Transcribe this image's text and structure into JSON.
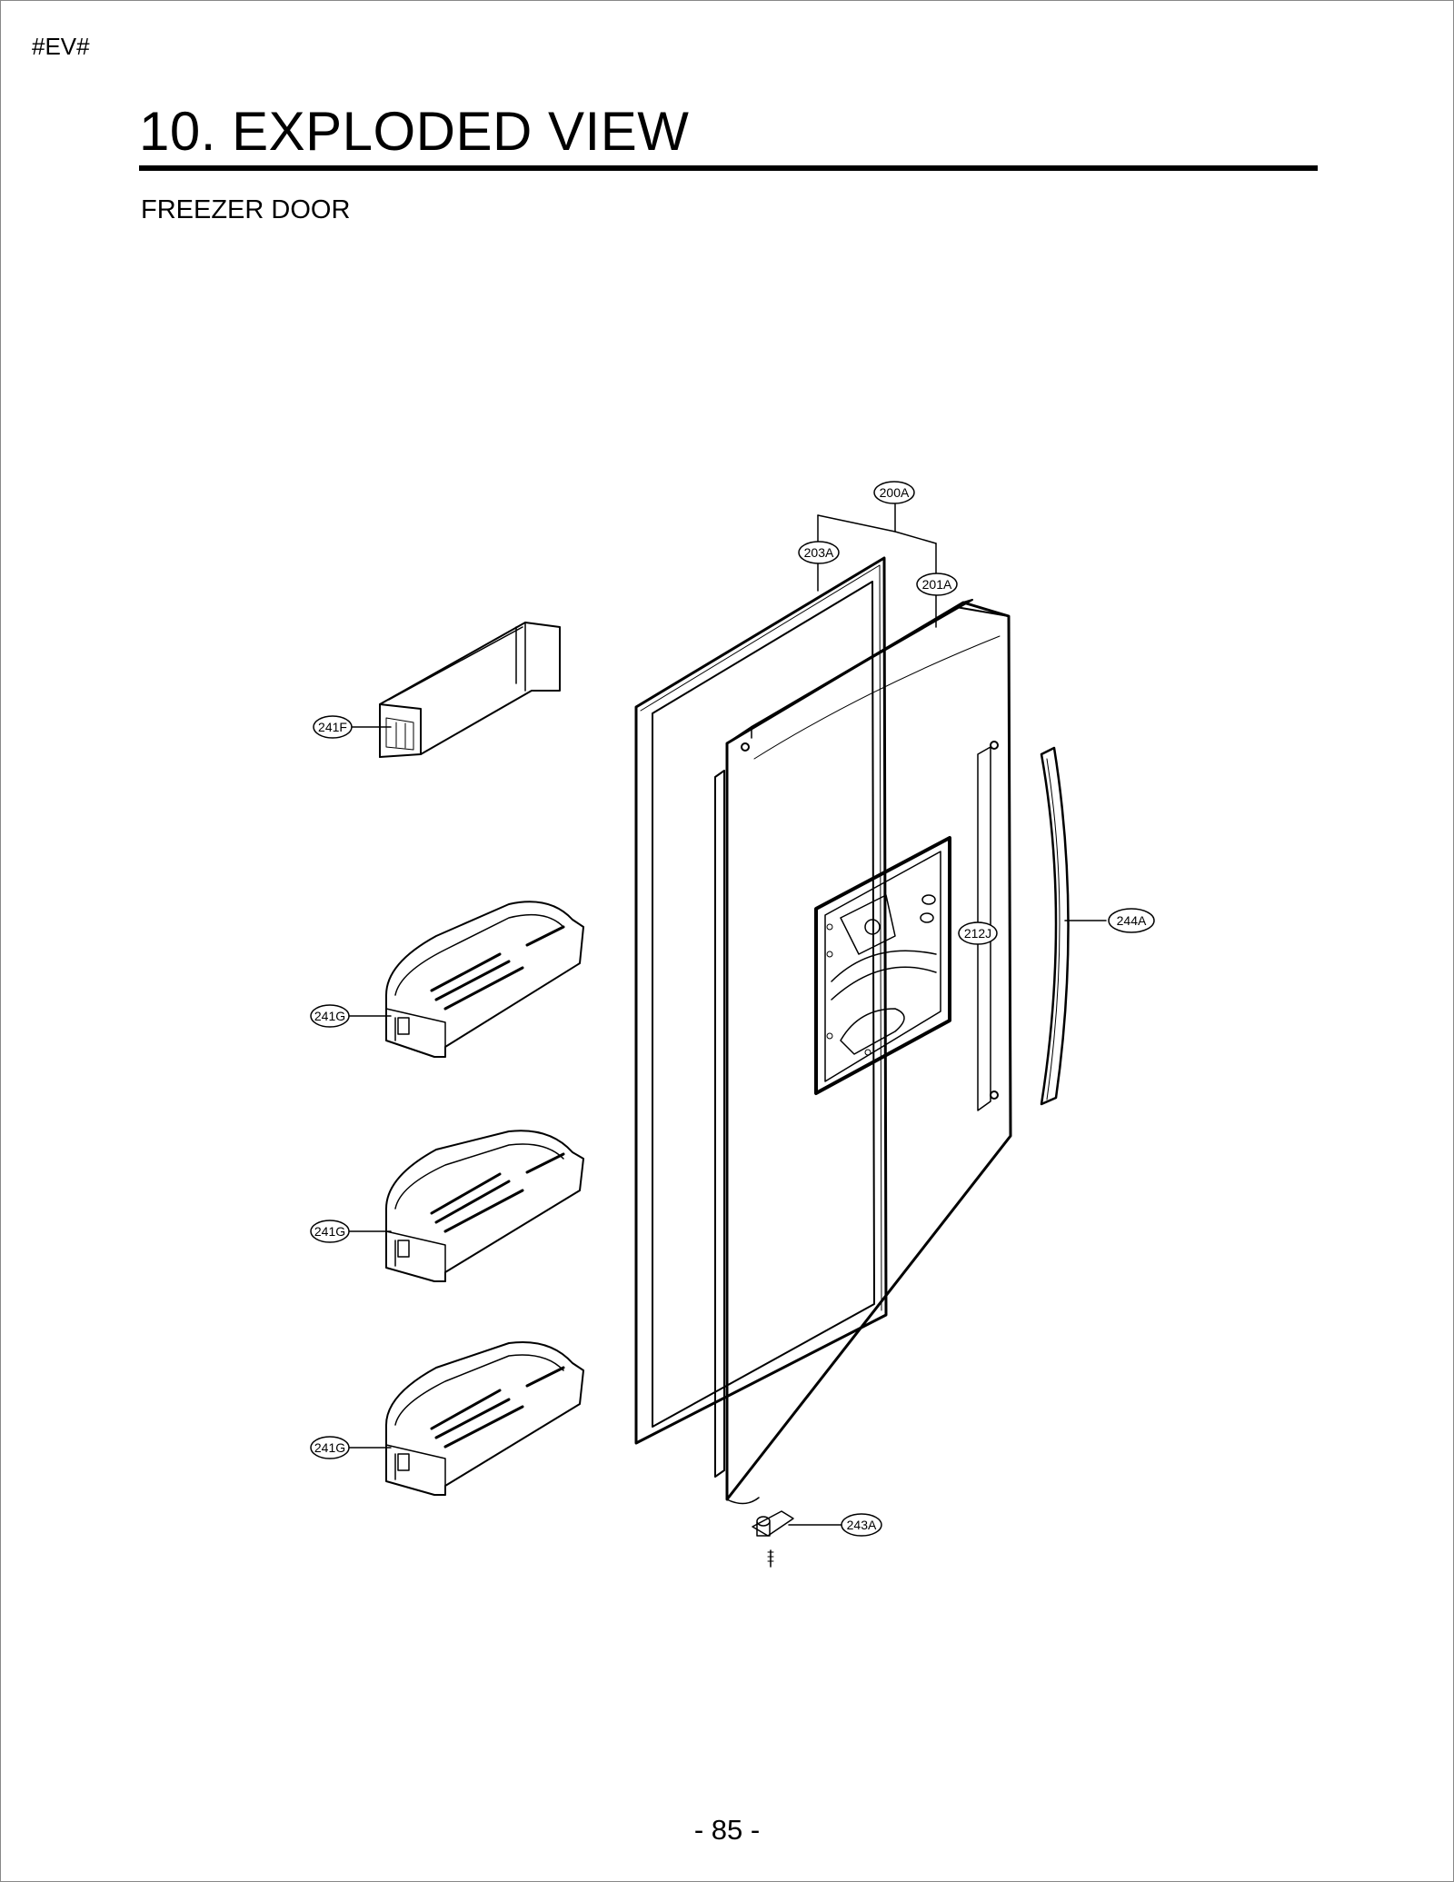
{
  "header": {
    "tag": "#EV#",
    "title": "10. EXPLODED VIEW",
    "subtitle": "FREEZER DOOR"
  },
  "callouts": {
    "c200A": "200A",
    "c203A": "203A",
    "c201A": "201A",
    "c241F": "241F",
    "c212J": "212J",
    "c244A": "244A",
    "c241G_1": "241G",
    "c241G_2": "241G",
    "c241G_3": "241G",
    "c243A": "243A"
  },
  "footer": {
    "page_number": "- 85 -"
  }
}
